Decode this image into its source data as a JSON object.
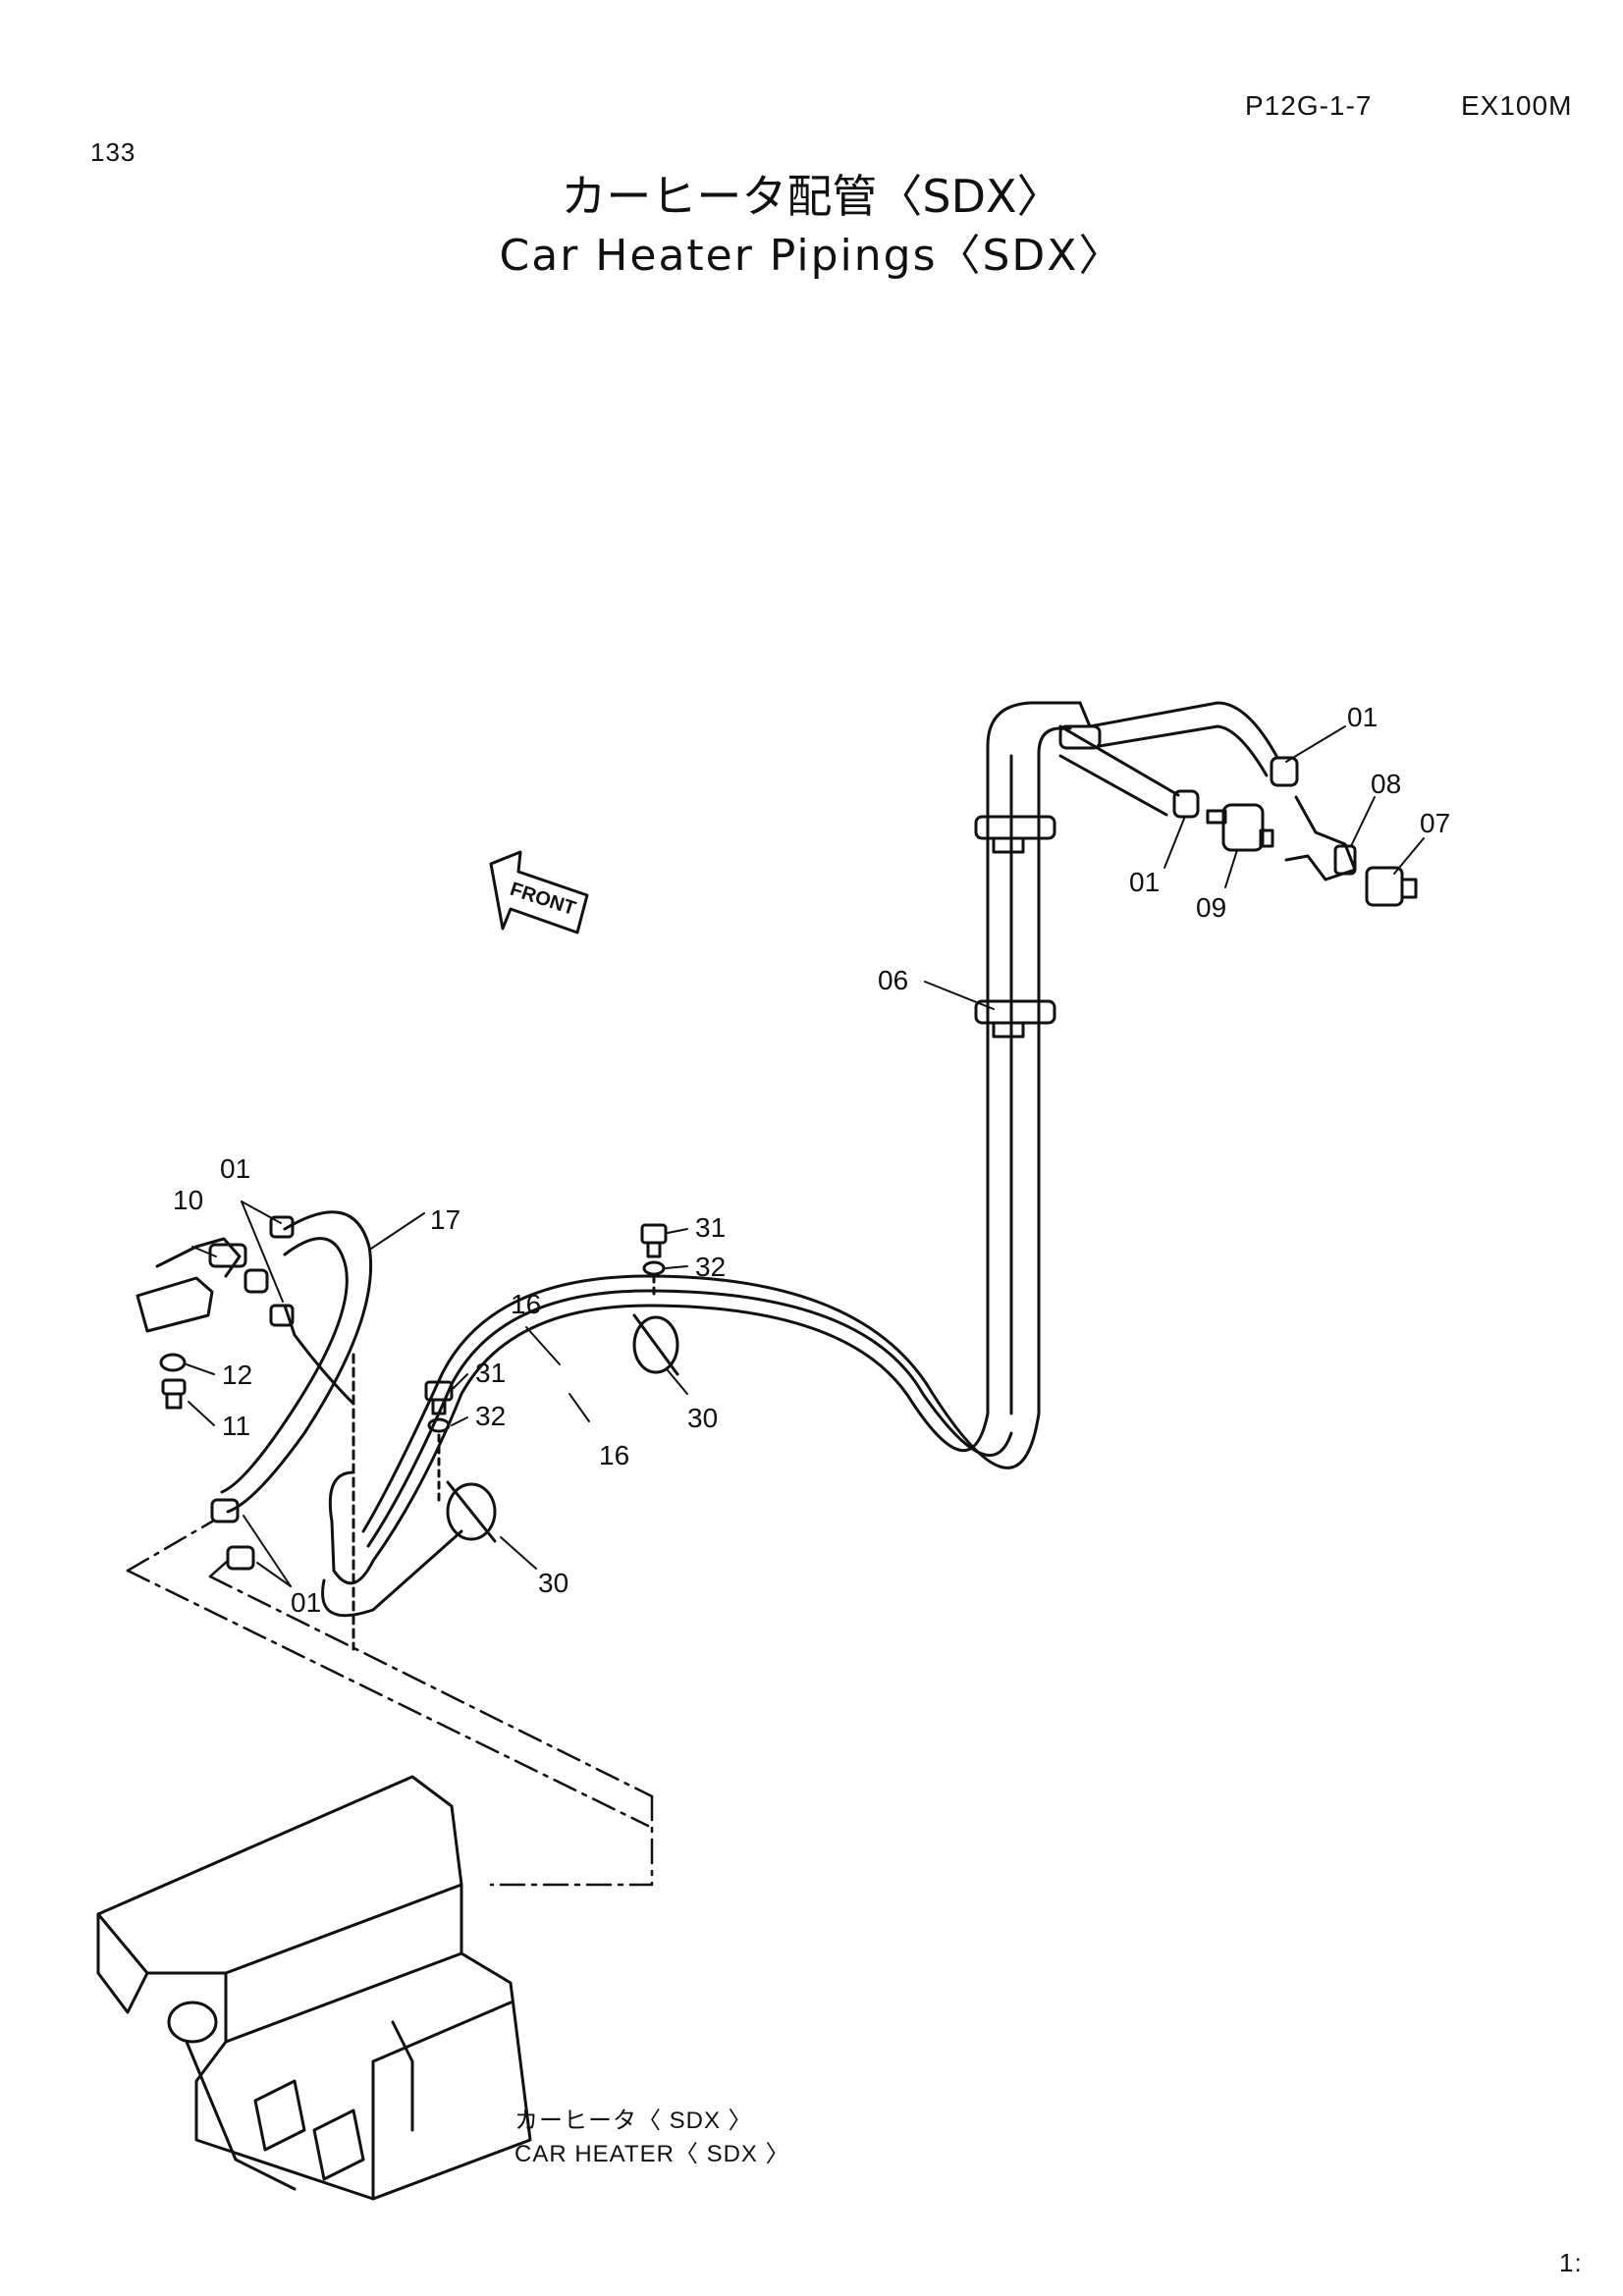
{
  "header": {
    "page_ref": "P12G-1-7",
    "model": "EX100M",
    "page_number": "133",
    "corner_mark": "1:"
  },
  "title": {
    "japanese": "カーヒータ配管〈SDX〉",
    "english": "Car Heater Pipings〈SDX〉"
  },
  "diagram": {
    "direction_label": "FRONT",
    "callouts": {
      "c01a": "01",
      "c08": "08",
      "c07": "07",
      "c01b": "01",
      "c09": "09",
      "c06": "06",
      "c10": "10",
      "c01c": "01",
      "c17": "17",
      "c31a": "31",
      "c32a": "32",
      "c16a": "16",
      "c12": "12",
      "c11": "11",
      "c31b": "31",
      "c32b": "32",
      "c16b": "16",
      "c30a": "30",
      "c01d": "01",
      "c30b": "30"
    },
    "assembly_caption": {
      "line1": "カーヒータ〈 SDX 〉",
      "line2": "CAR  HEATER〈 SDX 〉"
    }
  }
}
